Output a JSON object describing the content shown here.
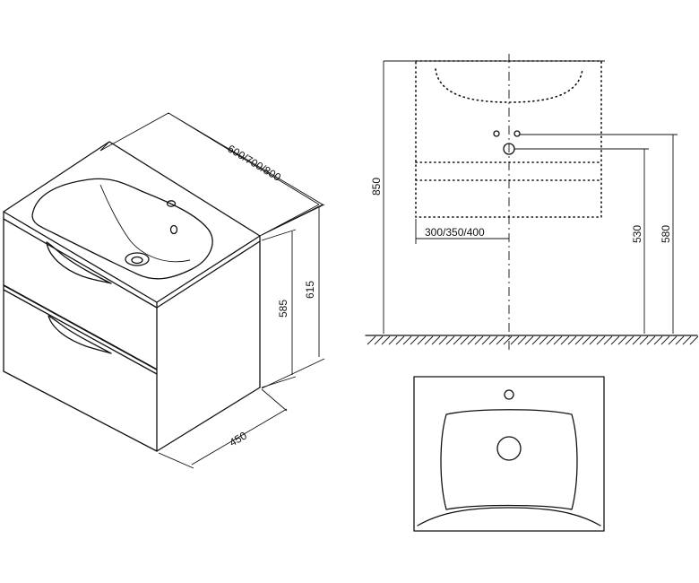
{
  "dimensions": {
    "width_options": "600/700/800",
    "height_overall": "615",
    "height_cabinet": "585",
    "depth": "450",
    "mount_height": "850",
    "basin_offset": "300/350/400",
    "drain_height": "530",
    "supply_height": "580"
  },
  "colors": {
    "line": "#111111",
    "background": "#ffffff"
  }
}
